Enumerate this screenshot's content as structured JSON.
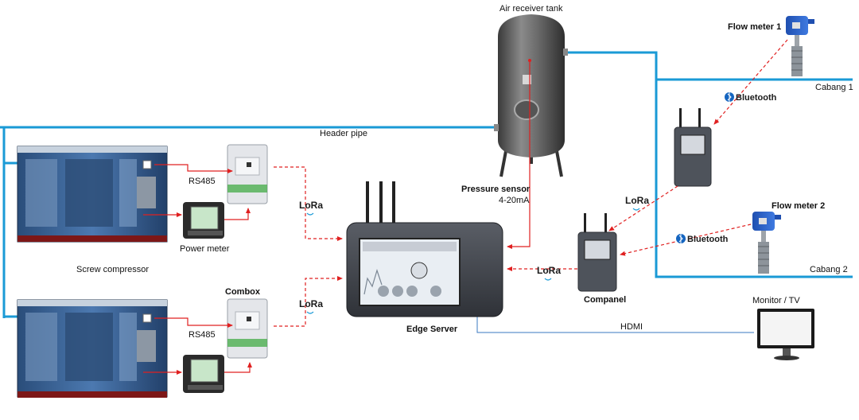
{
  "colors": {
    "pipe": "#1a9ad6",
    "signal": "#e02020",
    "hdmi": "#3a78c0",
    "bluetooth": "#1565c0"
  },
  "labels": {
    "air_receiver_tank": "Air receiver tank",
    "header_pipe": "Header pipe",
    "pressure_sensor": "Pressure sensor",
    "pressure_signal": "4-20mA",
    "flow_meter_1": "Flow meter 1",
    "flow_meter_2": "Flow meter 2",
    "cabang_1": "Cabang 1",
    "cabang_2": "Cabang 2",
    "rs485_top": "RS485",
    "rs485_bottom": "RS485",
    "power_meter": "Power meter",
    "screw_compressor": "Screw compressor",
    "combox": "Combox",
    "edge_server": "Edge Server",
    "companel": "Companel",
    "monitor_tv": "Monitor / TV",
    "hdmi": "HDMI",
    "lora": "LoRa",
    "bluetooth": "Bluetooth"
  },
  "icons": {
    "compressor": "screw-compressor-icon",
    "combox": "combox-device-icon",
    "power_meter": "power-meter-icon",
    "edge_server": "edge-server-icon",
    "tank": "air-receiver-tank-icon",
    "companel": "companel-device-icon",
    "flow_meter": "flow-meter-icon",
    "monitor": "monitor-icon",
    "lora": "lora-wireless-icon",
    "bluetooth": "bluetooth-icon"
  }
}
